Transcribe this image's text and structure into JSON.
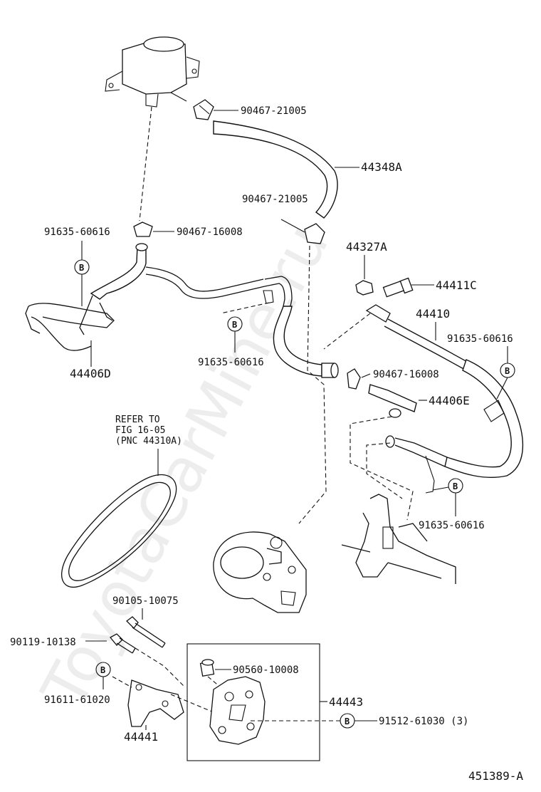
{
  "watermark": "ToyotaCarMine.ru",
  "figure_code": "451389-A",
  "refer_note": {
    "line1": "REFER TO",
    "line2": "FIG 16-05",
    "line3": "(PNC 44310A)"
  },
  "marker_letter": "B",
  "labels": {
    "clamp_top": "90467-21005",
    "hose_44348A": "44348A",
    "clamp_mid": "90467-21005",
    "bolt_left_top": "91635-60616",
    "clamp_left": "90467-16008",
    "clip_44327A": "44327A",
    "union_44411C": "44411C",
    "tube_44410": "44410",
    "bolt_right_top": "91635-60616",
    "bolt_center": "91635-60616",
    "tube_44406D": "44406D",
    "clamp_right": "90467-16008",
    "hose_44406E": "44406E",
    "bolt_right_low": "91635-60616",
    "bolt_90105": "90105-10075",
    "bolt_90119": "90119-10138",
    "collar_90560": "90560-10008",
    "bracket_44443": "44443",
    "bolt_91611": "91611-61020",
    "bolt_91512": "91512-61030 (3)",
    "bracket_44441": "44441"
  }
}
